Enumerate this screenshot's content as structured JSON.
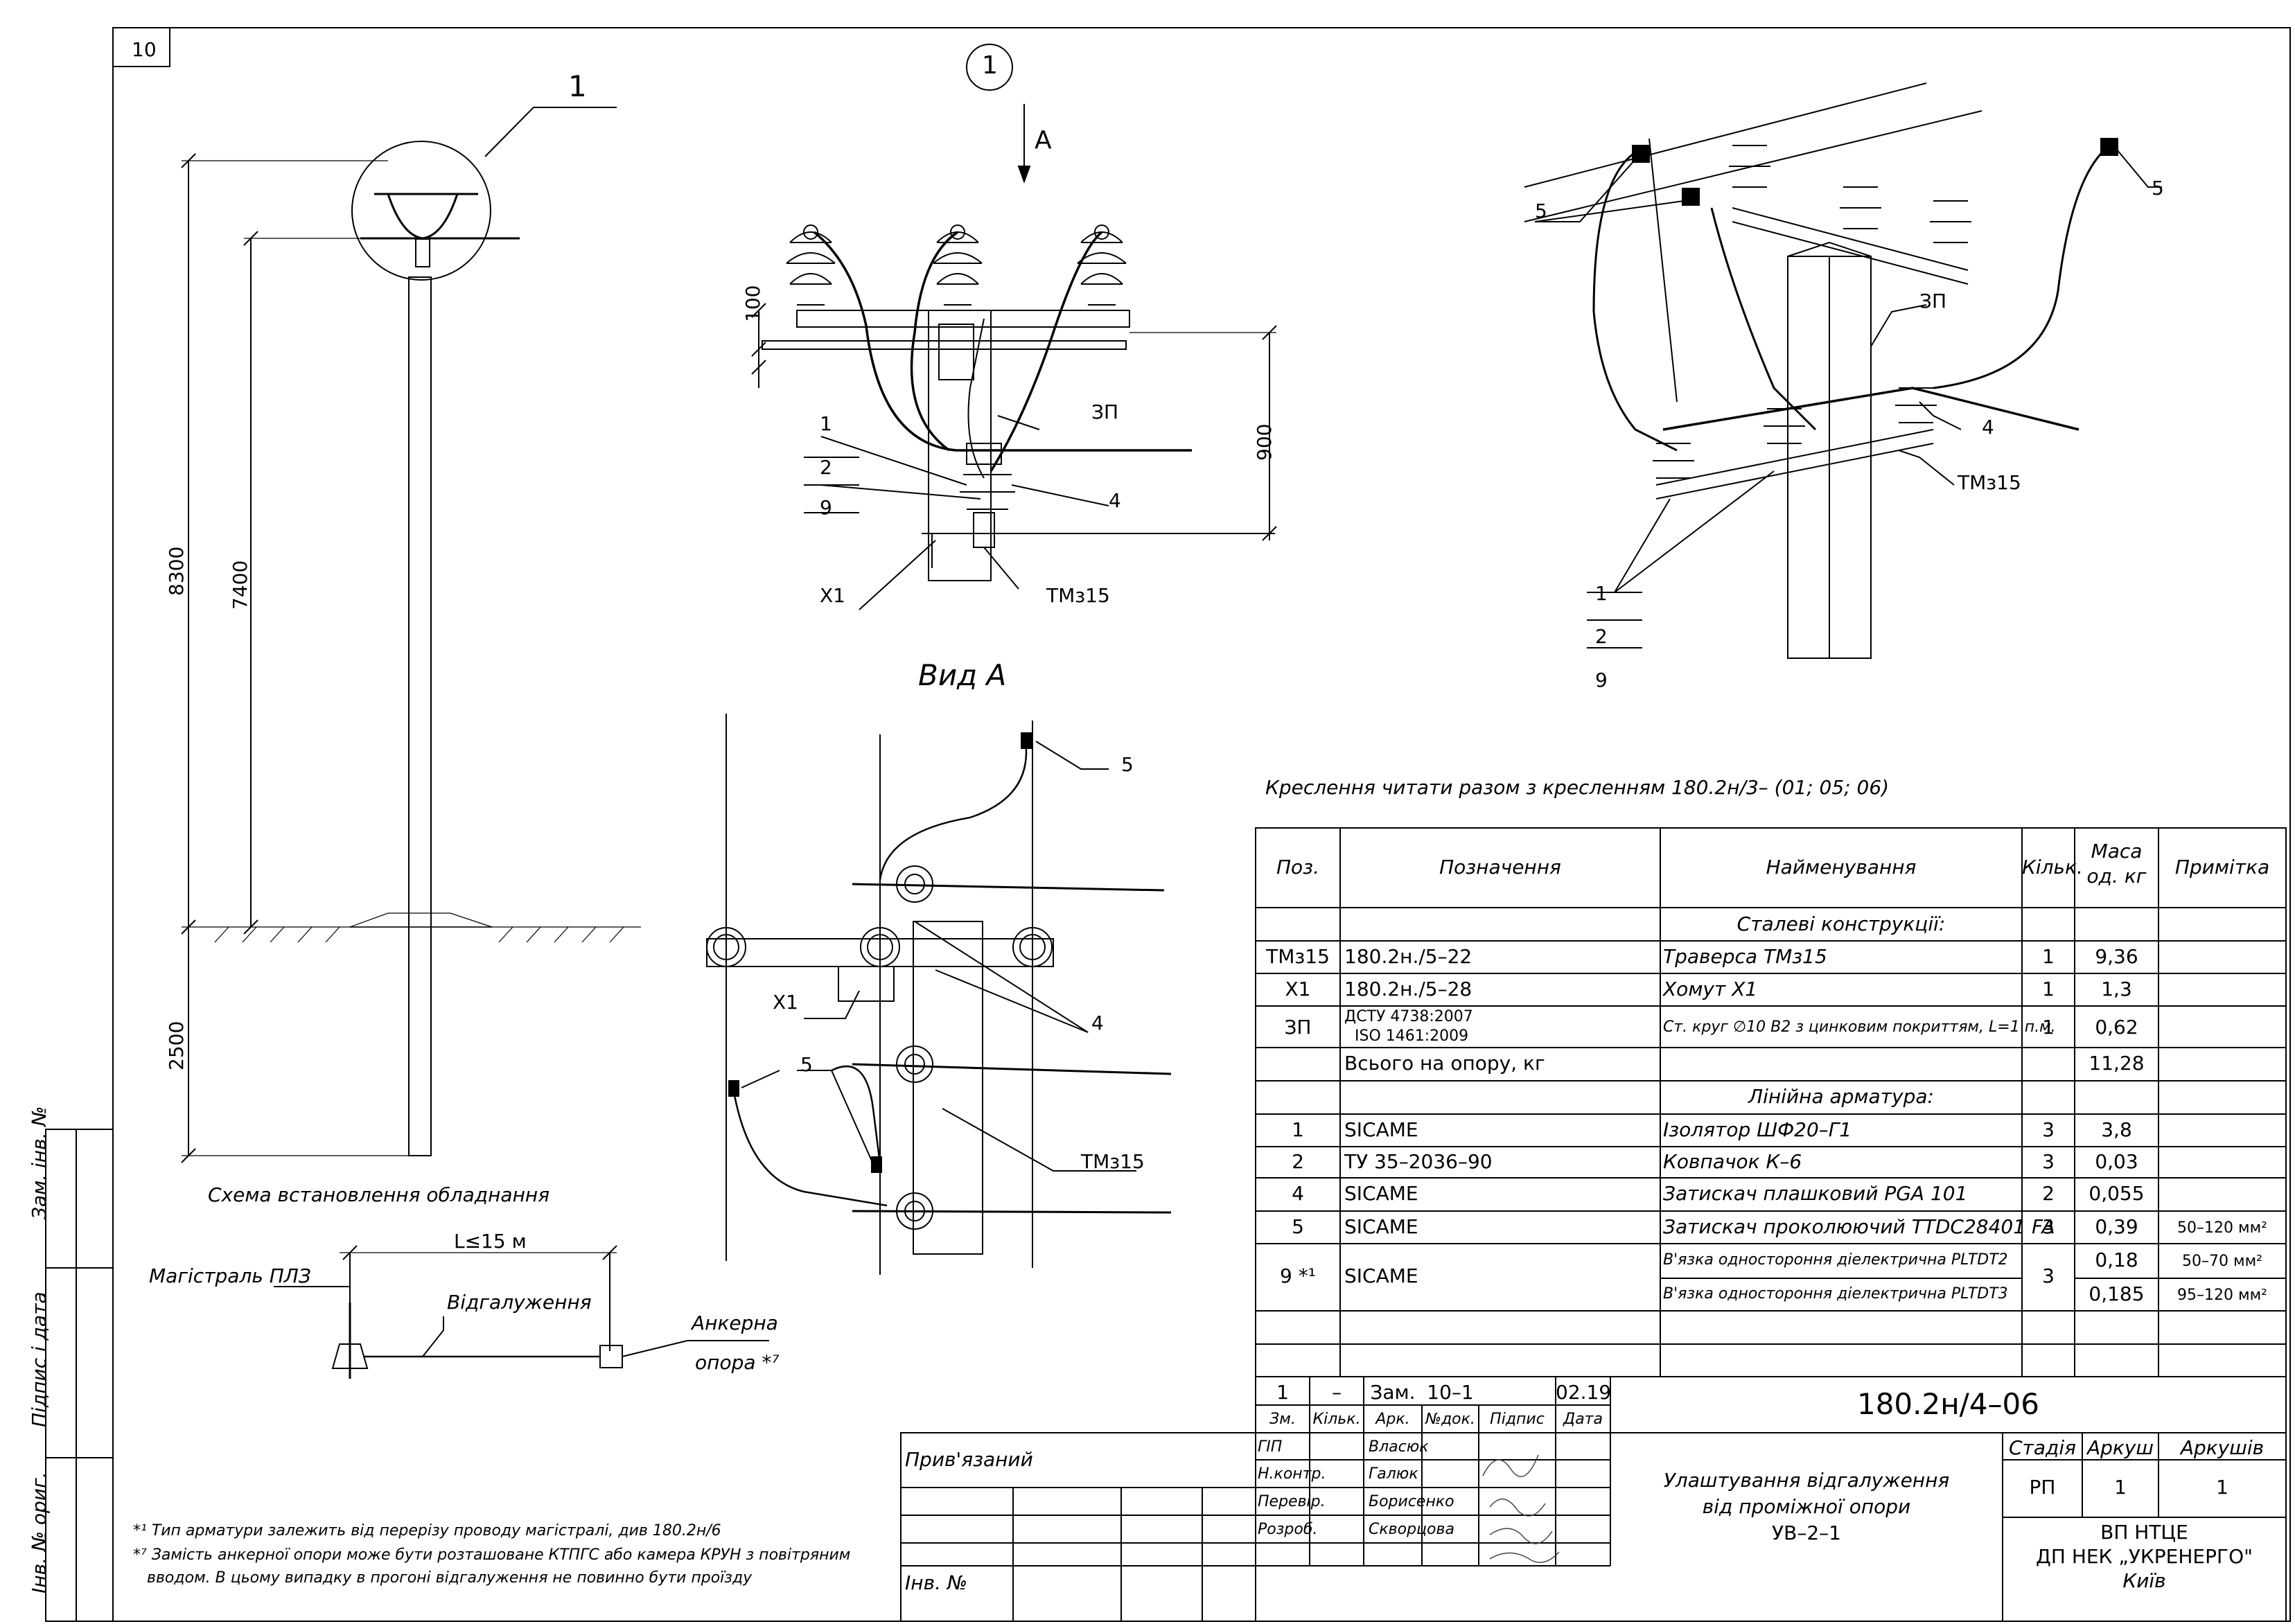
{
  "sheet_corner": "10",
  "callout_main": "1",
  "callout_detail": "1",
  "view_arrow": "A",
  "view_a_title": "Вид А",
  "dimensions": {
    "d8300": "8300",
    "d7400": "7400",
    "d2500": "2500",
    "d100": "100",
    "d900": "900",
    "span": "L≤15 м"
  },
  "labels": {
    "zp": "ЗП",
    "one": "1",
    "two": "2",
    "nine": "9",
    "four": "4",
    "x1": "Х1",
    "tmz15": "ТМз15",
    "five": "5"
  },
  "scheme_caption": "Схема встановлення обладнання",
  "branch_scheme": {
    "main_line": "Магістраль ПЛЗ",
    "branch": "Відгалуження",
    "anchor": "Анкерна",
    "anchor2": "опора *⁷"
  },
  "note_read": "Креслення читати разом з кресленням 180.2н/3– (01; 05; 06)",
  "spec_table": {
    "headers": {
      "pos": "Поз.",
      "designation": "Позначення",
      "name": "Найменування",
      "qty": "Кільк.",
      "mass": "Маса",
      "mass2": "од. кг",
      "note": "Примітка"
    },
    "section_steel": "Сталеві конструкції:",
    "section_line": "Лінійна арматура:",
    "rows_steel": [
      {
        "pos": "ТМз15",
        "designation": "180.2н./5–22",
        "name": "Траверса ТМз15",
        "qty": "1",
        "mass": "9,36",
        "note": ""
      },
      {
        "pos": "Х1",
        "designation": "180.2н./5–28",
        "name": "Хомут Х1",
        "qty": "1",
        "mass": "1,3",
        "note": ""
      },
      {
        "pos": "ЗП",
        "designation": "ДСТУ 4738:2007",
        "designation2": "ISO 1461:2009",
        "name": "Ст. круг ∅10 В2 з цинковим покриттям, L=1 п.м.",
        "qty": "1",
        "mass": "0,62",
        "note": ""
      }
    ],
    "total_row": {
      "designation": "Всього на опору, кг",
      "mass": "11,28"
    },
    "rows_line": [
      {
        "pos": "1",
        "designation": "SICAME",
        "name": "Ізолятор ШФ20–Г1",
        "qty": "3",
        "mass": "3,8",
        "note": ""
      },
      {
        "pos": "2",
        "designation": "ТУ 35–2036–90",
        "name": "Ковпачок К–6",
        "qty": "3",
        "mass": "0,03",
        "note": ""
      },
      {
        "pos": "4",
        "designation": "SICAME",
        "name": "Затискач плашковий PGA 101",
        "qty": "2",
        "mass": "0,055",
        "note": ""
      },
      {
        "pos": "5",
        "designation": "SICAME",
        "name": "Затискач проколюючий TTDC28401 FA",
        "qty": "3",
        "mass": "0,39",
        "note": "50–120 мм²"
      },
      {
        "pos": "9 *¹",
        "designation": "SICAME",
        "name": "В'язка одностороння діелектрична PLTDT2",
        "qty": "3",
        "mass": "0,18",
        "note": "50–70 мм²"
      },
      {
        "pos": "",
        "designation": "",
        "name": "В'язка одностороння діелектрична PLTDT3",
        "qty": "",
        "mass": "0,185",
        "note": "95–120 мм²"
      }
    ]
  },
  "title_block": {
    "rev": {
      "a": "1",
      "b": "–",
      "c": "Зам.",
      "d": "10–1",
      "e": "",
      "f": "02.19"
    },
    "hdr": {
      "zm": "Зм.",
      "kilk": "Кільк.",
      "ark": "Арк.",
      "ndok": "№док.",
      "pidpys": "Підпис",
      "data": "Дата"
    },
    "roles": [
      {
        "role": "ГІП",
        "name": "Власюк"
      },
      {
        "role": "Н.контр.",
        "name": "Галюк"
      },
      {
        "role": "Перевір.",
        "name": "Борисенко"
      },
      {
        "role": "Розроб.",
        "name": "Скворцова"
      }
    ],
    "doc_code": "180.2н/4–06",
    "title_line1": "Улаштування відгалуження",
    "title_line2": "від проміжної опори",
    "title_line3": "УВ–2–1",
    "stage_hdr": "Стадія",
    "sheet_hdr": "Аркуш",
    "sheets_hdr": "Аркушів",
    "stage": "РП",
    "sheet": "1",
    "sheets": "1",
    "org1": "ВП НТЦЕ",
    "org2": "ДП НЕК „УКРЕНЕРГО\"",
    "org3": "Київ",
    "attached": "Прив'язаний",
    "inv_no": "Інв. №"
  },
  "side_stamps": {
    "zam_inv": "Зам. інв. №",
    "pidpys": "Підпис і дата",
    "inv_orig": "Інв. № ориг."
  },
  "footnotes": {
    "n1": "*¹ Тип арматури залежить від перерізу проводу магістралі, див 180.2н/6",
    "n7a": "*⁷ Замість анкерної опори може бути розташоване КТПГС або камера КРУН з повітряним",
    "n7b": "вводом. В цьому випадку в прогоні відгалуження не повинно бути проїзду"
  }
}
